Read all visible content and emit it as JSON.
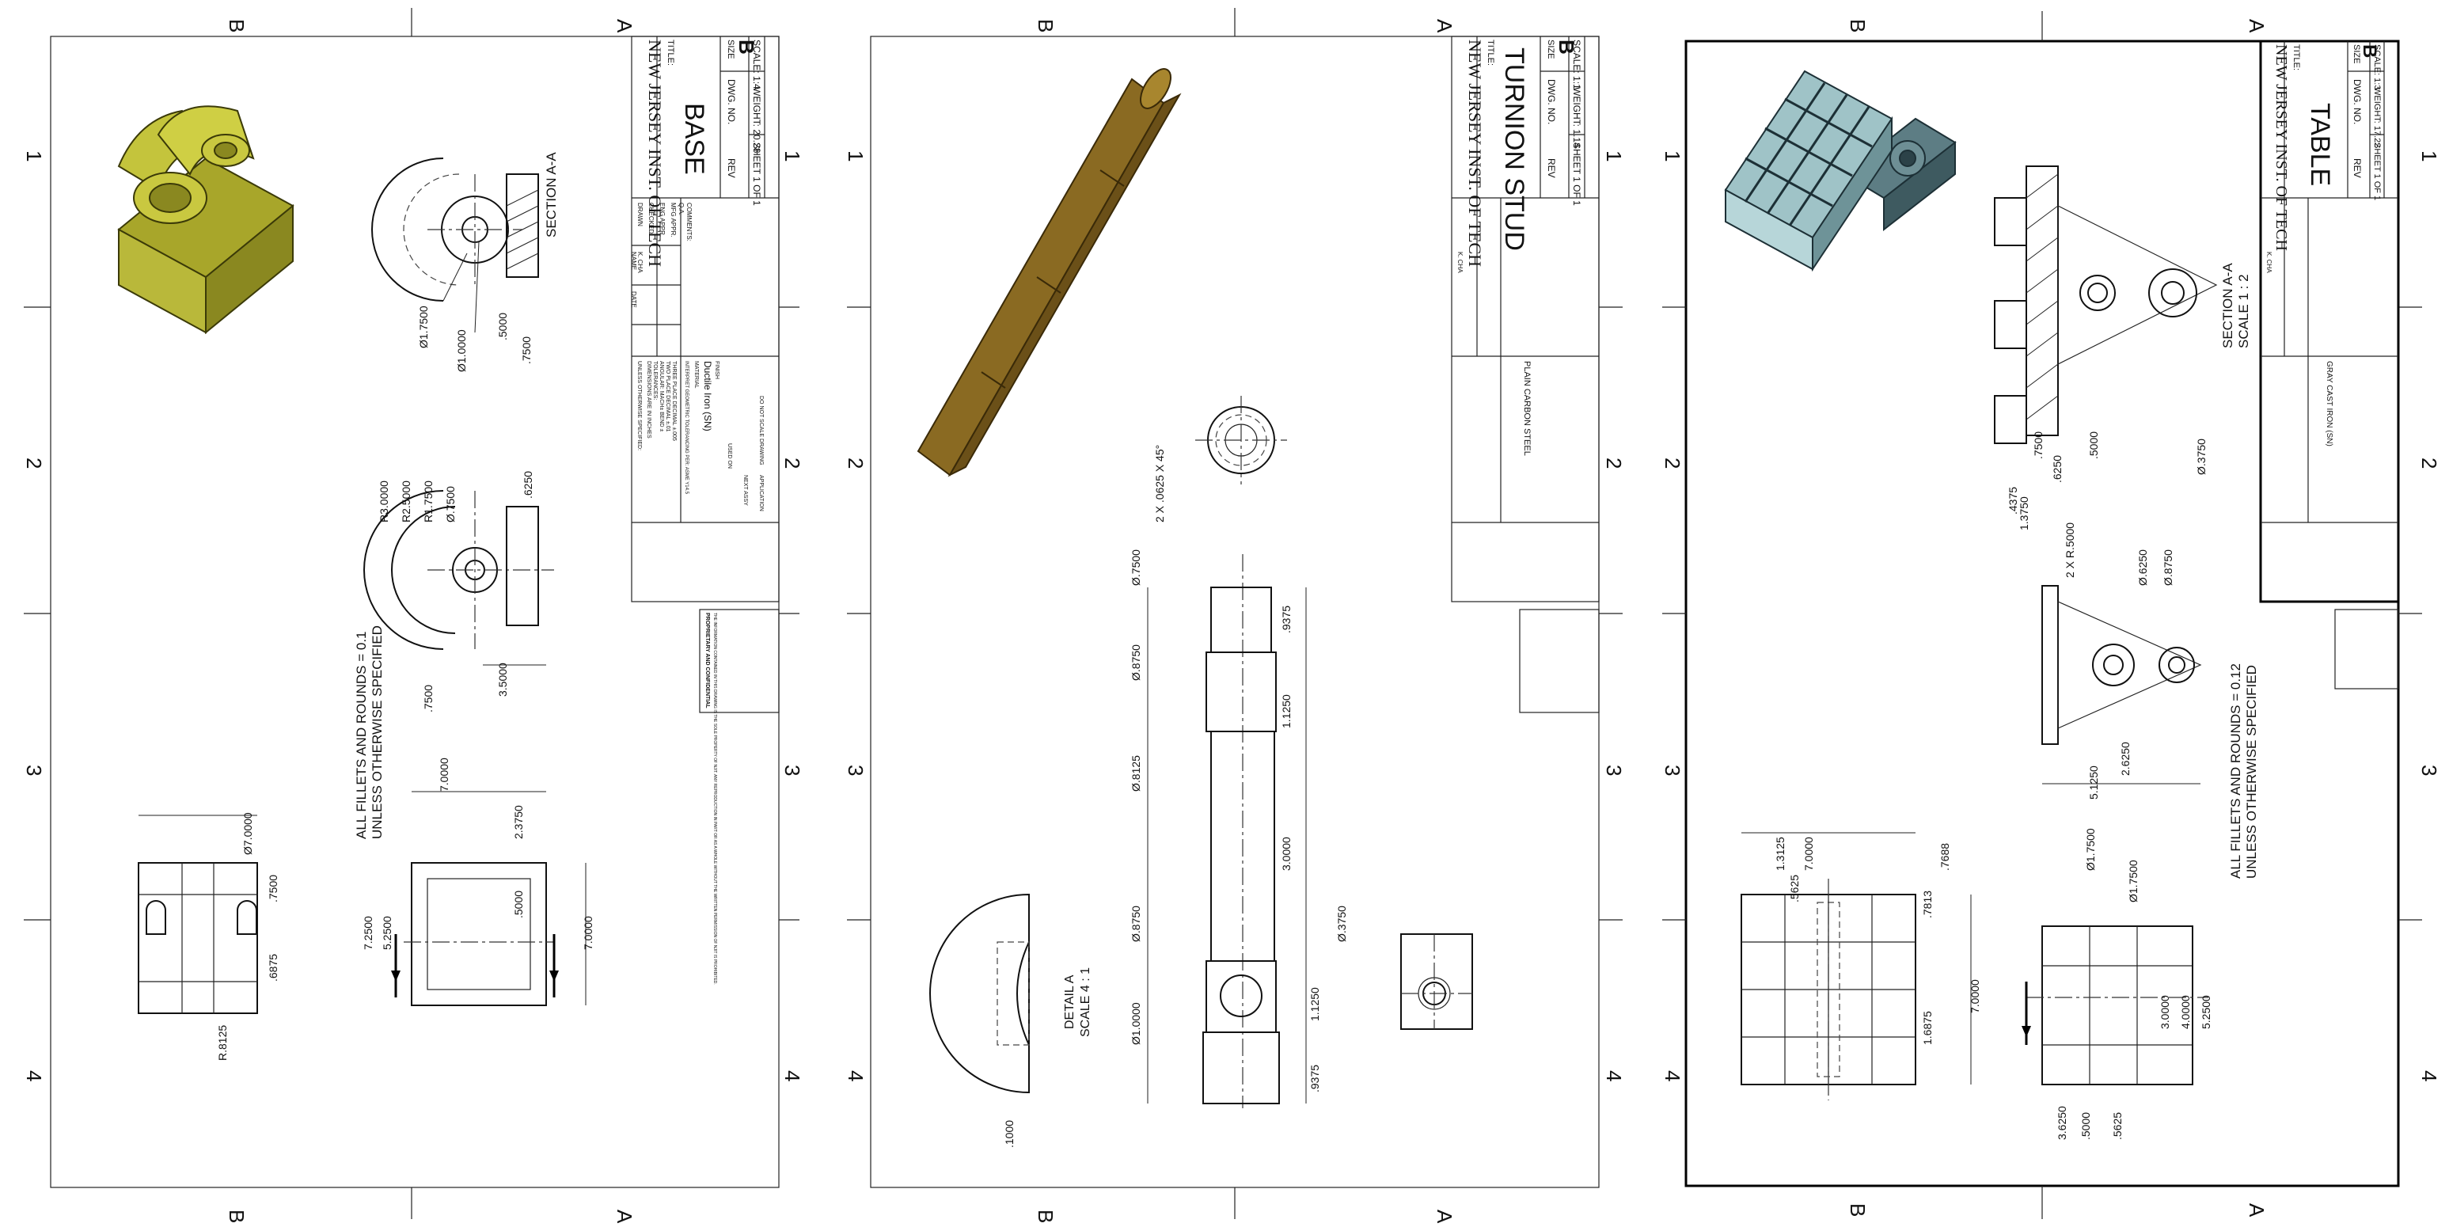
{
  "zones": {
    "b": "B",
    "a": "A",
    "n1": "1",
    "n2": "2",
    "n3": "3",
    "n4": "4"
  },
  "sheet1": {
    "school": "NEW JERSEY INST. OF TECH",
    "title_label": "TITLE:",
    "title": "BASE",
    "size_label": "SIZE",
    "size": "B",
    "dwg_no_label": "DWG. NO.",
    "rev_label": "REV",
    "scale": "SCALE: 1:4",
    "weight": "WEIGHT: 20.28",
    "sheet": "SHEET 1 OF 1",
    "material": "Ductile Iron (SN)",
    "drawn_label": "DRAWN",
    "drawn_by": "K. CHA",
    "checked_label": "CHECKED",
    "eng_appr_label": "ENG APPR.",
    "mfg_appr_label": "MFG APPR.",
    "qa_label": "Q.A.",
    "comments_label": "COMMENTS:",
    "name_label": "NAME",
    "date_label": "DATE",
    "tolerance_note": "UNLESS OTHERWISE SPECIFIED:",
    "dim_note": "DIMENSIONS ARE IN INCHES",
    "tol_label": "TOLERANCES:",
    "angular": "ANGULAR: MACH± BEND ±",
    "two_place": "TWO PLACE DECIMAL ±.01",
    "three_place": "THREE PLACE DECIMAL ±.005",
    "interpret": "INTERPRET GEOMETRIC TOLERANCING PER: ASME Y14.5",
    "material_label": "MATERIAL",
    "finish_label": "FINISH",
    "next_assy": "NEXT ASSY",
    "used_on": "USED ON",
    "application": "APPLICATION",
    "do_not_scale": "DO NOT SCALE DRAWING",
    "proprietary": "PROPRIETARY AND CONFIDENTIAL",
    "prop_text": "THE INFORMATION CONTAINED IN THIS DRAWING IS THE SOLE PROPERTY OF NJIT. ANY REPRODUCTION IN PART OR AS A WHOLE WITHOUT THE WRITTEN PERMISSION OF NJIT IS PROHIBITED.",
    "note": "ALL FILLETS AND ROUNDS = 0.1",
    "note2": "UNLESS OTHERWISE SPECIFIED",
    "section": "SECTION A-A",
    "dims": {
      "d1750": "Ø1.7500",
      "d1000": "Ø1.0000",
      "p5000": ".5000",
      "p7500": ".7500",
      "r3": "R3.0000",
      "r25": "R2.5000",
      "r175": "R1.7500",
      "d0750": "Ø.7500",
      "p6250": ".6250",
      "p35": "3.5000",
      "p75b": ".7500",
      "d70": "Ø7.0000",
      "p750": ".7500",
      "p6875": ".6875",
      "r8125": "R.8125",
      "p700": "7.0000",
      "p2375": "2.3750",
      "p725": "7.2500",
      "p525": "5.2500",
      "p5000b": ".5000",
      "p7000b": "7.0000"
    }
  },
  "sheet2": {
    "school": "NEW JERSEY INST. OF TECH",
    "title_label": "TITLE:",
    "title": "TURNION STUD",
    "size_label": "SIZE",
    "size": "B",
    "dwg_no_label": "DWG. NO.",
    "rev_label": "REV",
    "scale": "SCALE: 1:1",
    "weight": "WEIGHT: 1.14",
    "sheet": "SHEET 1 OF 1",
    "material": "PLAIN CARBON STEEL",
    "drawn_by": "K. CHA",
    "detail": "DETAIL A",
    "detail_scale": "SCALE 4 : 1",
    "dims": {
      "d750": "Ø.7500",
      "chamfer": "2 X .0625 X 45°",
      "d875": "Ø.8750",
      "p9375": ".9375",
      "p1125": "1.1250",
      "d8125": "Ø.8125",
      "p3000": "3.0000",
      "d875b": "Ø.8750",
      "d375": "Ø.3750",
      "d1000": "Ø1.0000",
      "p1125b": "1.1250",
      "p9375b": ".9375",
      "p1000": ".1000"
    }
  },
  "sheet3": {
    "school": "NEW JERSEY INST. OF TECH",
    "title_label": "TITLE:",
    "title": "TABLE",
    "size_label": "SIZE",
    "size": "B",
    "dwg_no_label": "DWG. NO.",
    "rev_label": "REV",
    "scale": "SCALE: 1:3",
    "weight": "WEIGHT: 17.22",
    "sheet": "SHEET 1 OF 1",
    "material": "GRAY CAST IRON (SN)",
    "drawn_by": "K. CHA",
    "note": "ALL FILLETS AND ROUNDS = 0.12",
    "note2": "UNLESS OTHERWISE SPECIFIED",
    "section": "SECTION A-A",
    "section_scale": "SCALE 1 : 2",
    "dims": {
      "p6250": ".6250",
      "p5000": ".5000",
      "d3750": "Ø.3750",
      "p4375": ".4375",
      "p1375": "1.3750",
      "p7500": ".7500",
      "r5000": "2 X R.5000",
      "d6250": "Ø.6250",
      "d8750": "Ø.8750",
      "p26250": "2.6250",
      "p51250": "5.1250",
      "p13125": "1.3125",
      "p70": "7.0000",
      "p5625": ".5625",
      "p7688": ".7688",
      "p7813": ".7813",
      "p16875": "1.6875",
      "p700b": "7.0000",
      "d175": "Ø1.7500",
      "d175b": "Ø1.7500",
      "p3000": "3.0000",
      "p4000": "4.0000",
      "p525": "5.2500",
      "p3625": "3.6250",
      "p500b": ".5000",
      "p5625b": ".5625"
    }
  }
}
